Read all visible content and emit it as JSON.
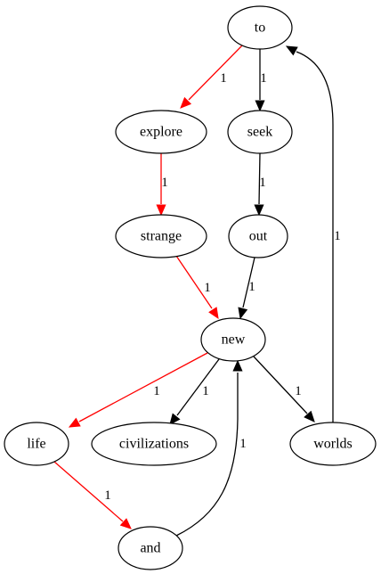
{
  "colors": {
    "highlight": "#ff0000",
    "default": "#000000"
  },
  "nodes": [
    {
      "id": "to",
      "label": "to"
    },
    {
      "id": "explore",
      "label": "explore"
    },
    {
      "id": "seek",
      "label": "seek"
    },
    {
      "id": "strange",
      "label": "strange"
    },
    {
      "id": "out",
      "label": "out"
    },
    {
      "id": "new",
      "label": "new"
    },
    {
      "id": "life",
      "label": "life"
    },
    {
      "id": "civilizations",
      "label": "civilizations"
    },
    {
      "id": "worlds",
      "label": "worlds"
    },
    {
      "id": "and",
      "label": "and"
    }
  ],
  "edges": [
    {
      "id": "to-explore",
      "from": "to",
      "to": "explore",
      "label": "1",
      "highlight": true
    },
    {
      "id": "to-seek",
      "from": "to",
      "to": "seek",
      "label": "1",
      "highlight": false
    },
    {
      "id": "explore-strange",
      "from": "explore",
      "to": "strange",
      "label": "1",
      "highlight": true
    },
    {
      "id": "seek-out",
      "from": "seek",
      "to": "out",
      "label": "1",
      "highlight": false
    },
    {
      "id": "strange-new",
      "from": "strange",
      "to": "new",
      "label": "1",
      "highlight": true
    },
    {
      "id": "out-new",
      "from": "out",
      "to": "new",
      "label": "1",
      "highlight": false
    },
    {
      "id": "new-life",
      "from": "new",
      "to": "life",
      "label": "1",
      "highlight": true
    },
    {
      "id": "new-civilizations",
      "from": "new",
      "to": "civilizations",
      "label": "1",
      "highlight": false
    },
    {
      "id": "new-worlds",
      "from": "new",
      "to": "worlds",
      "label": "1",
      "highlight": false
    },
    {
      "id": "life-and",
      "from": "life",
      "to": "and",
      "label": "1",
      "highlight": true
    },
    {
      "id": "and-new",
      "from": "and",
      "to": "new",
      "label": "1",
      "highlight": false
    },
    {
      "id": "worlds-to",
      "from": "worlds",
      "to": "to",
      "label": "1",
      "highlight": false
    }
  ]
}
